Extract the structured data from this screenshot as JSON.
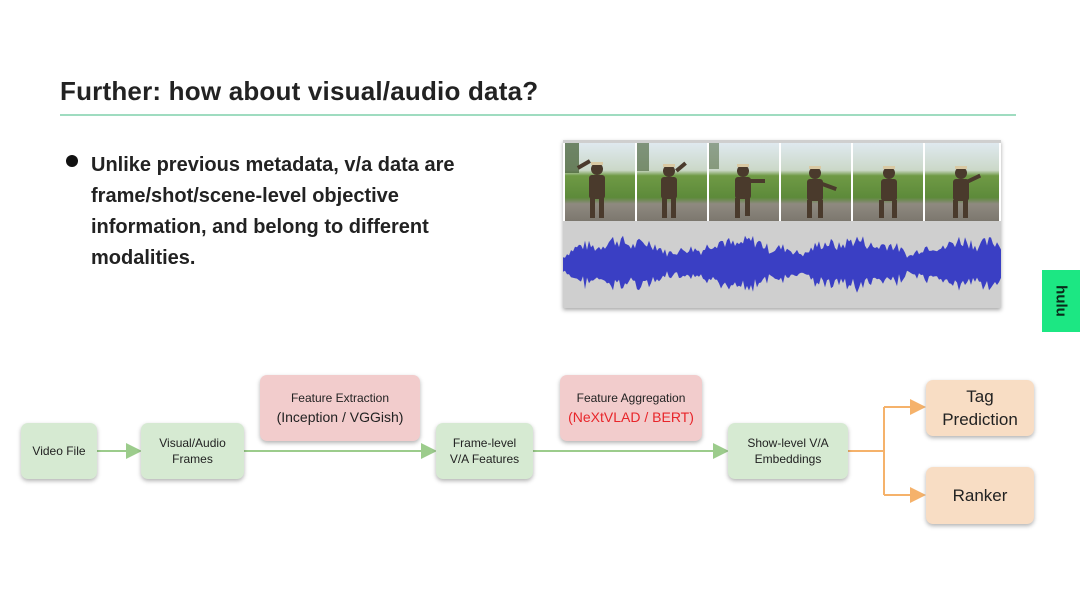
{
  "slide": {
    "title": "Further: how about visual/audio data?",
    "bullet": "Unlike previous metadata, v/a data are frame/shot/scene-level objective information, and belong to different modalities."
  },
  "brand": {
    "tab_label": "hulu",
    "tab_color": "#1ce783"
  },
  "colors": {
    "process_box": "#d6ead2",
    "method_box": "#f2cccc",
    "output_box": "#f8ddc4",
    "flow_arrow": "#9ccc8c",
    "branch_arrow": "#f5b26b",
    "highlight_text": "#e8252a",
    "title_rule": "#9fdcc0"
  },
  "pipeline": {
    "video_file": "Video File",
    "va_frames": "Visual/Audio Frames",
    "frame_features": "Frame-level V/A Features",
    "show_embeddings": "Show-level V/A Embeddings",
    "extraction_label": "Feature Extraction",
    "extraction_methods": "(Inception / VGGish)",
    "aggregation_label": "Feature Aggregation",
    "aggregation_methods": "(NeXtVLAD / BERT)",
    "tag_prediction": "Tag Prediction",
    "ranker": "Ranker"
  }
}
